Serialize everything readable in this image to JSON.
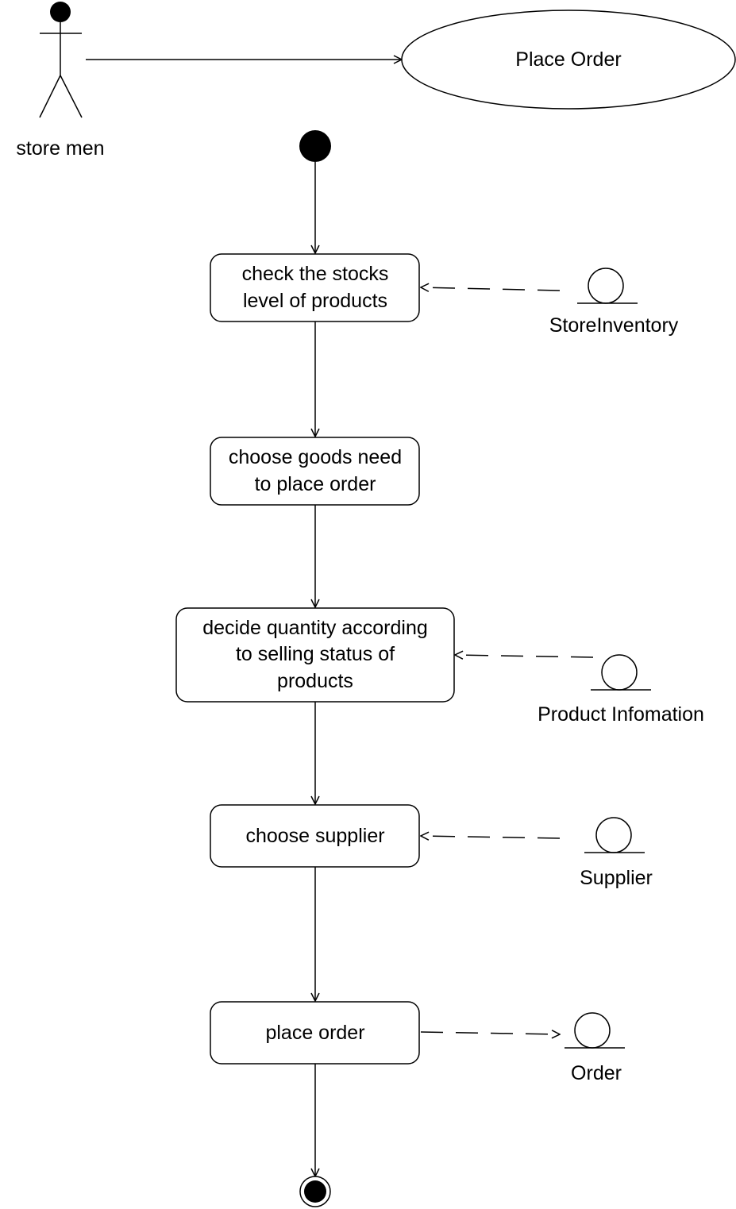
{
  "actor": {
    "label": "store men"
  },
  "use_case": {
    "label": "Place Order"
  },
  "activities": [
    {
      "lines": [
        "check the stocks",
        "level of products"
      ]
    },
    {
      "lines": [
        "choose goods need",
        "to place order"
      ]
    },
    {
      "lines": [
        "decide quantity according",
        "to selling status of",
        "products"
      ]
    },
    {
      "lines": [
        "choose supplier"
      ]
    },
    {
      "lines": [
        "place order"
      ]
    }
  ],
  "entities": [
    {
      "label": "StoreInventory"
    },
    {
      "label": "Product Infomation"
    },
    {
      "label": "Supplier"
    },
    {
      "label": "Order"
    }
  ],
  "colors": {
    "stroke": "#000000",
    "background": "#ffffff"
  }
}
